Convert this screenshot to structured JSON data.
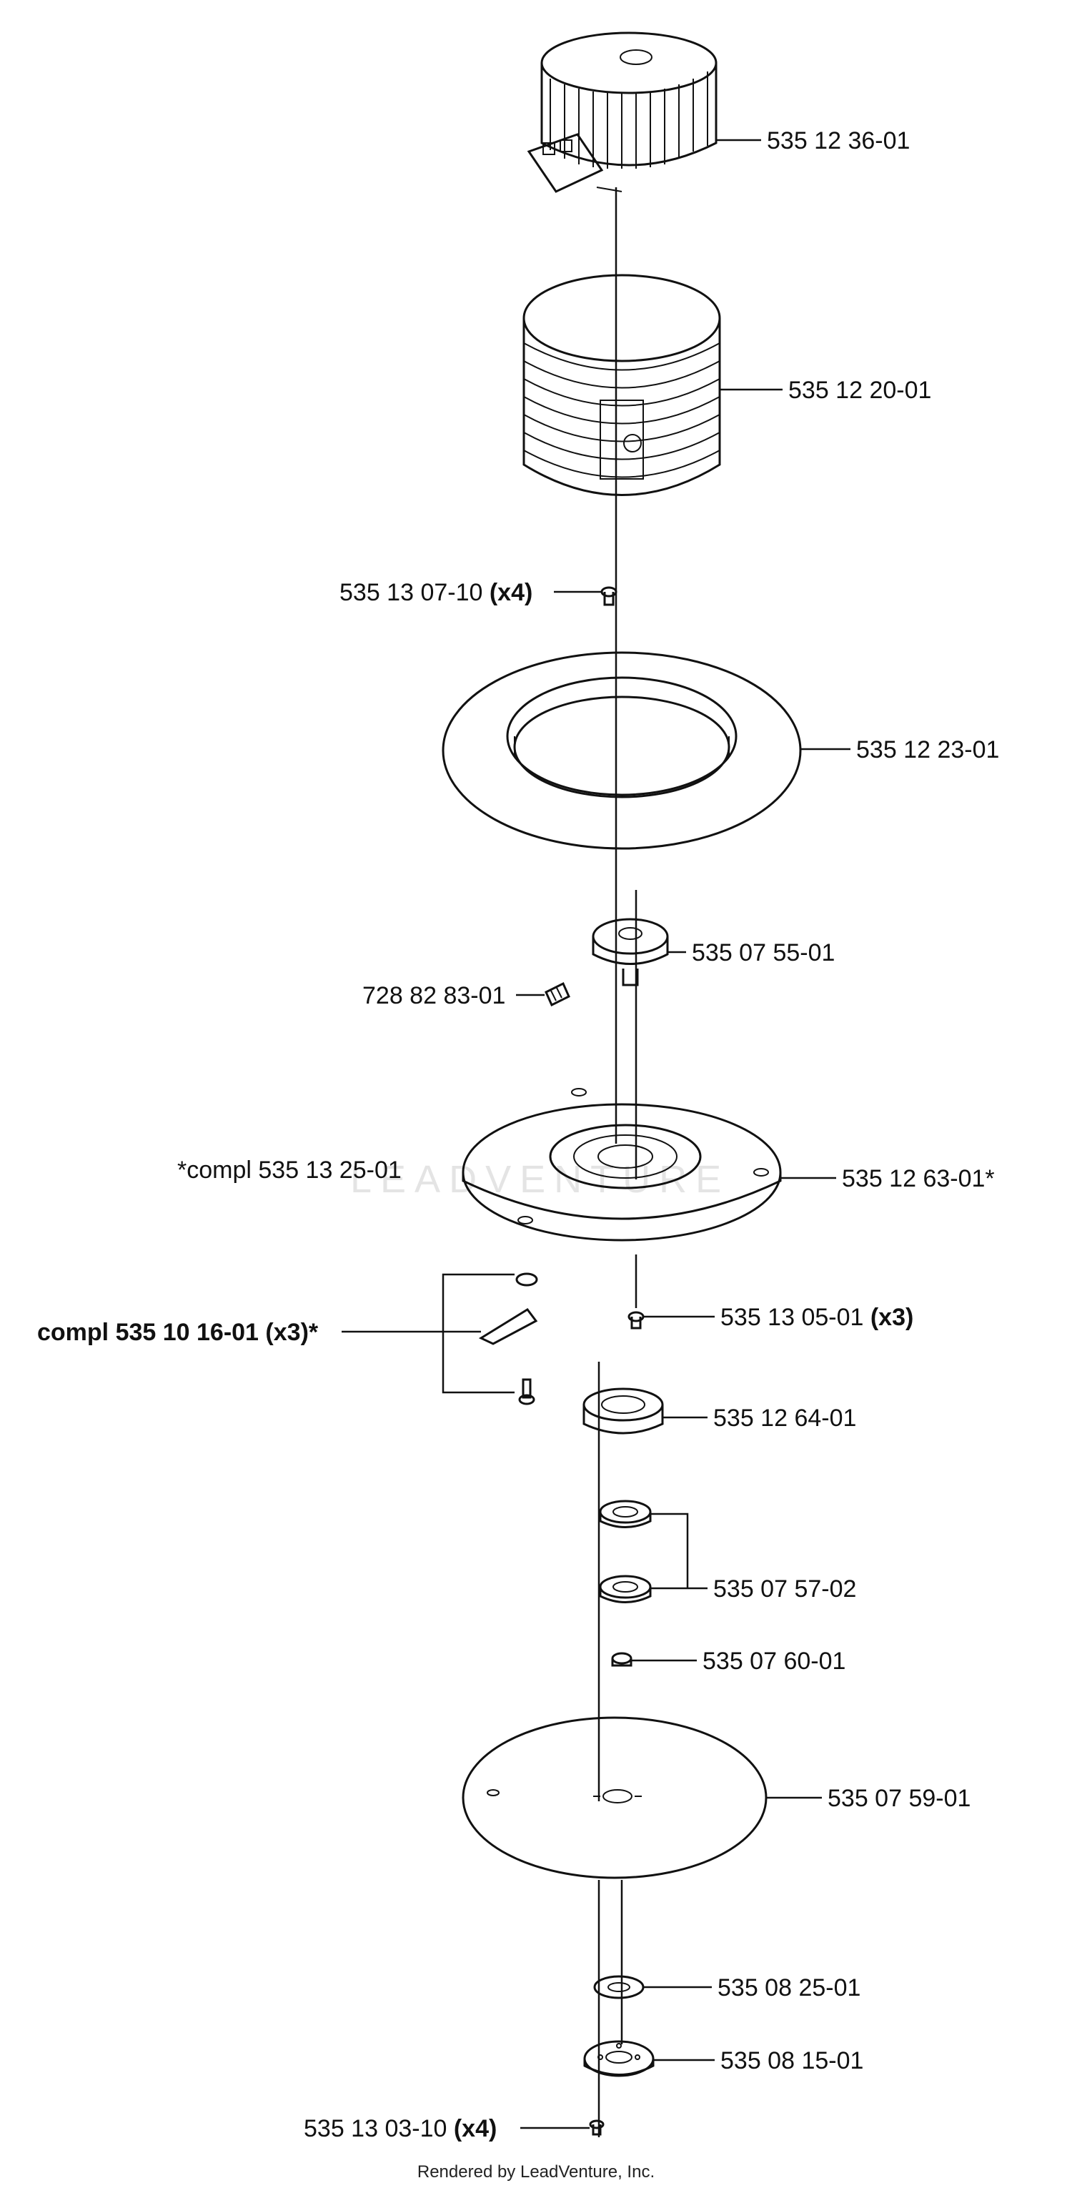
{
  "watermark": "LEADVENTURE",
  "footer": "Rendered by LeadVenture, Inc.",
  "parts": [
    {
      "id": "motor",
      "number": "535 12 36-01",
      "qty": ""
    },
    {
      "id": "motor-housing",
      "number": "535 12 20-01",
      "qty": ""
    },
    {
      "id": "housing-screw",
      "number": "535 13 07-10",
      "qty": "(x4)"
    },
    {
      "id": "cover-ring",
      "number": "535 12 23-01",
      "qty": ""
    },
    {
      "id": "hub",
      "number": "535 07 55-01",
      "qty": ""
    },
    {
      "id": "set-screw",
      "number": "728 82 83-01",
      "qty": ""
    },
    {
      "id": "blade-disc-compl",
      "number": "*compl 535 13 25-01",
      "qty": ""
    },
    {
      "id": "blade-disc",
      "number": "535 12 63-01*",
      "qty": ""
    },
    {
      "id": "blade-kit",
      "number": "compl 535 10 16-01",
      "qty": "(x3)*"
    },
    {
      "id": "disc-screw",
      "number": "535 13 05-01",
      "qty": "(x3)"
    },
    {
      "id": "bearing-housing",
      "number": "535 12 64-01",
      "qty": ""
    },
    {
      "id": "ball-bearings",
      "number": "535 07 57-02",
      "qty": ""
    },
    {
      "id": "nut",
      "number": "535 07 60-01",
      "qty": ""
    },
    {
      "id": "skid-plate",
      "number": "535 07 59-01",
      "qty": ""
    },
    {
      "id": "washer",
      "number": "535 08 25-01",
      "qty": ""
    },
    {
      "id": "flange",
      "number": "535 08 15-01",
      "qty": ""
    },
    {
      "id": "plate-screw",
      "number": "535 13 03-10",
      "qty": "(x4)"
    }
  ]
}
